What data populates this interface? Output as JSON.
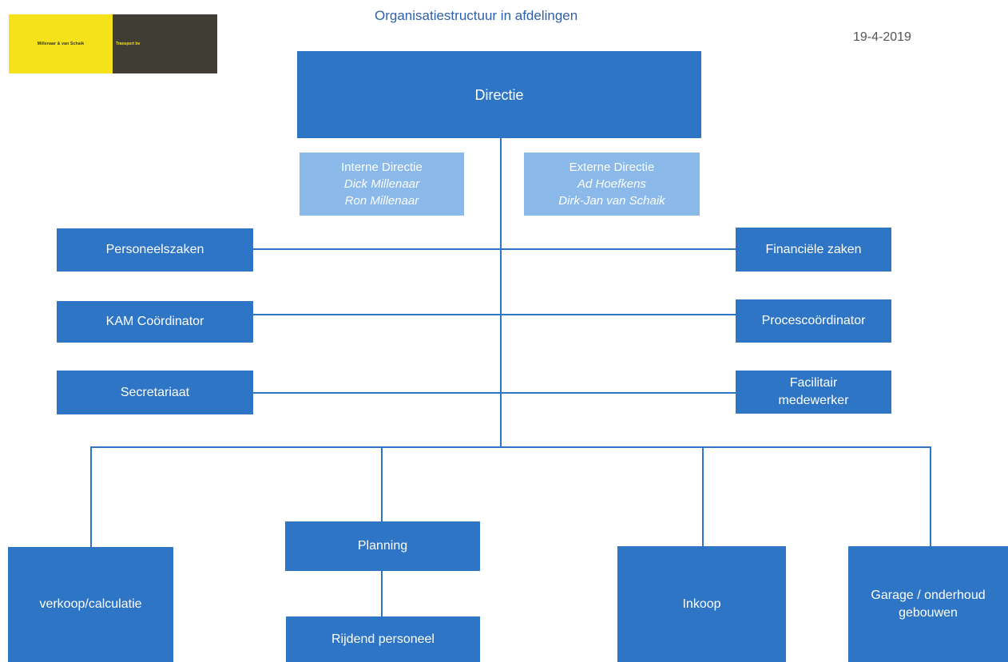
{
  "header": {
    "title": "Organisatiestructuur in afdelingen",
    "date": "19-4-2019",
    "logo": {
      "left_text": "Millenaar & van Schaik",
      "right_text": "Transport bv"
    }
  },
  "directie": {
    "label": "Directie",
    "interne": {
      "heading": "Interne Directie",
      "members": [
        "Dick Millenaar",
        "Ron Millenaar"
      ]
    },
    "externe": {
      "heading": "Externe Directie",
      "members": [
        "Ad Hoefkens",
        "Dirk-Jan van Schaik"
      ]
    }
  },
  "staff_left": [
    "Personeelszaken",
    "KAM Coördinator",
    "Secretariaat"
  ],
  "staff_right": [
    "Financiële zaken",
    "Procescoördinator",
    [
      "Facilitair",
      "medewerker"
    ]
  ],
  "departments": {
    "verkoop": "verkoop/calculatie",
    "planning": "Planning",
    "rijdend": "Rijdend personeel",
    "inkoop": "Inkoop",
    "garage": [
      "Garage / onderhoud",
      "gebouwen"
    ]
  },
  "colors": {
    "box": "#2e75c6",
    "box_light": "#8ab9ea",
    "logo_yellow": "#f6e21a",
    "logo_dark": "#403d34"
  }
}
